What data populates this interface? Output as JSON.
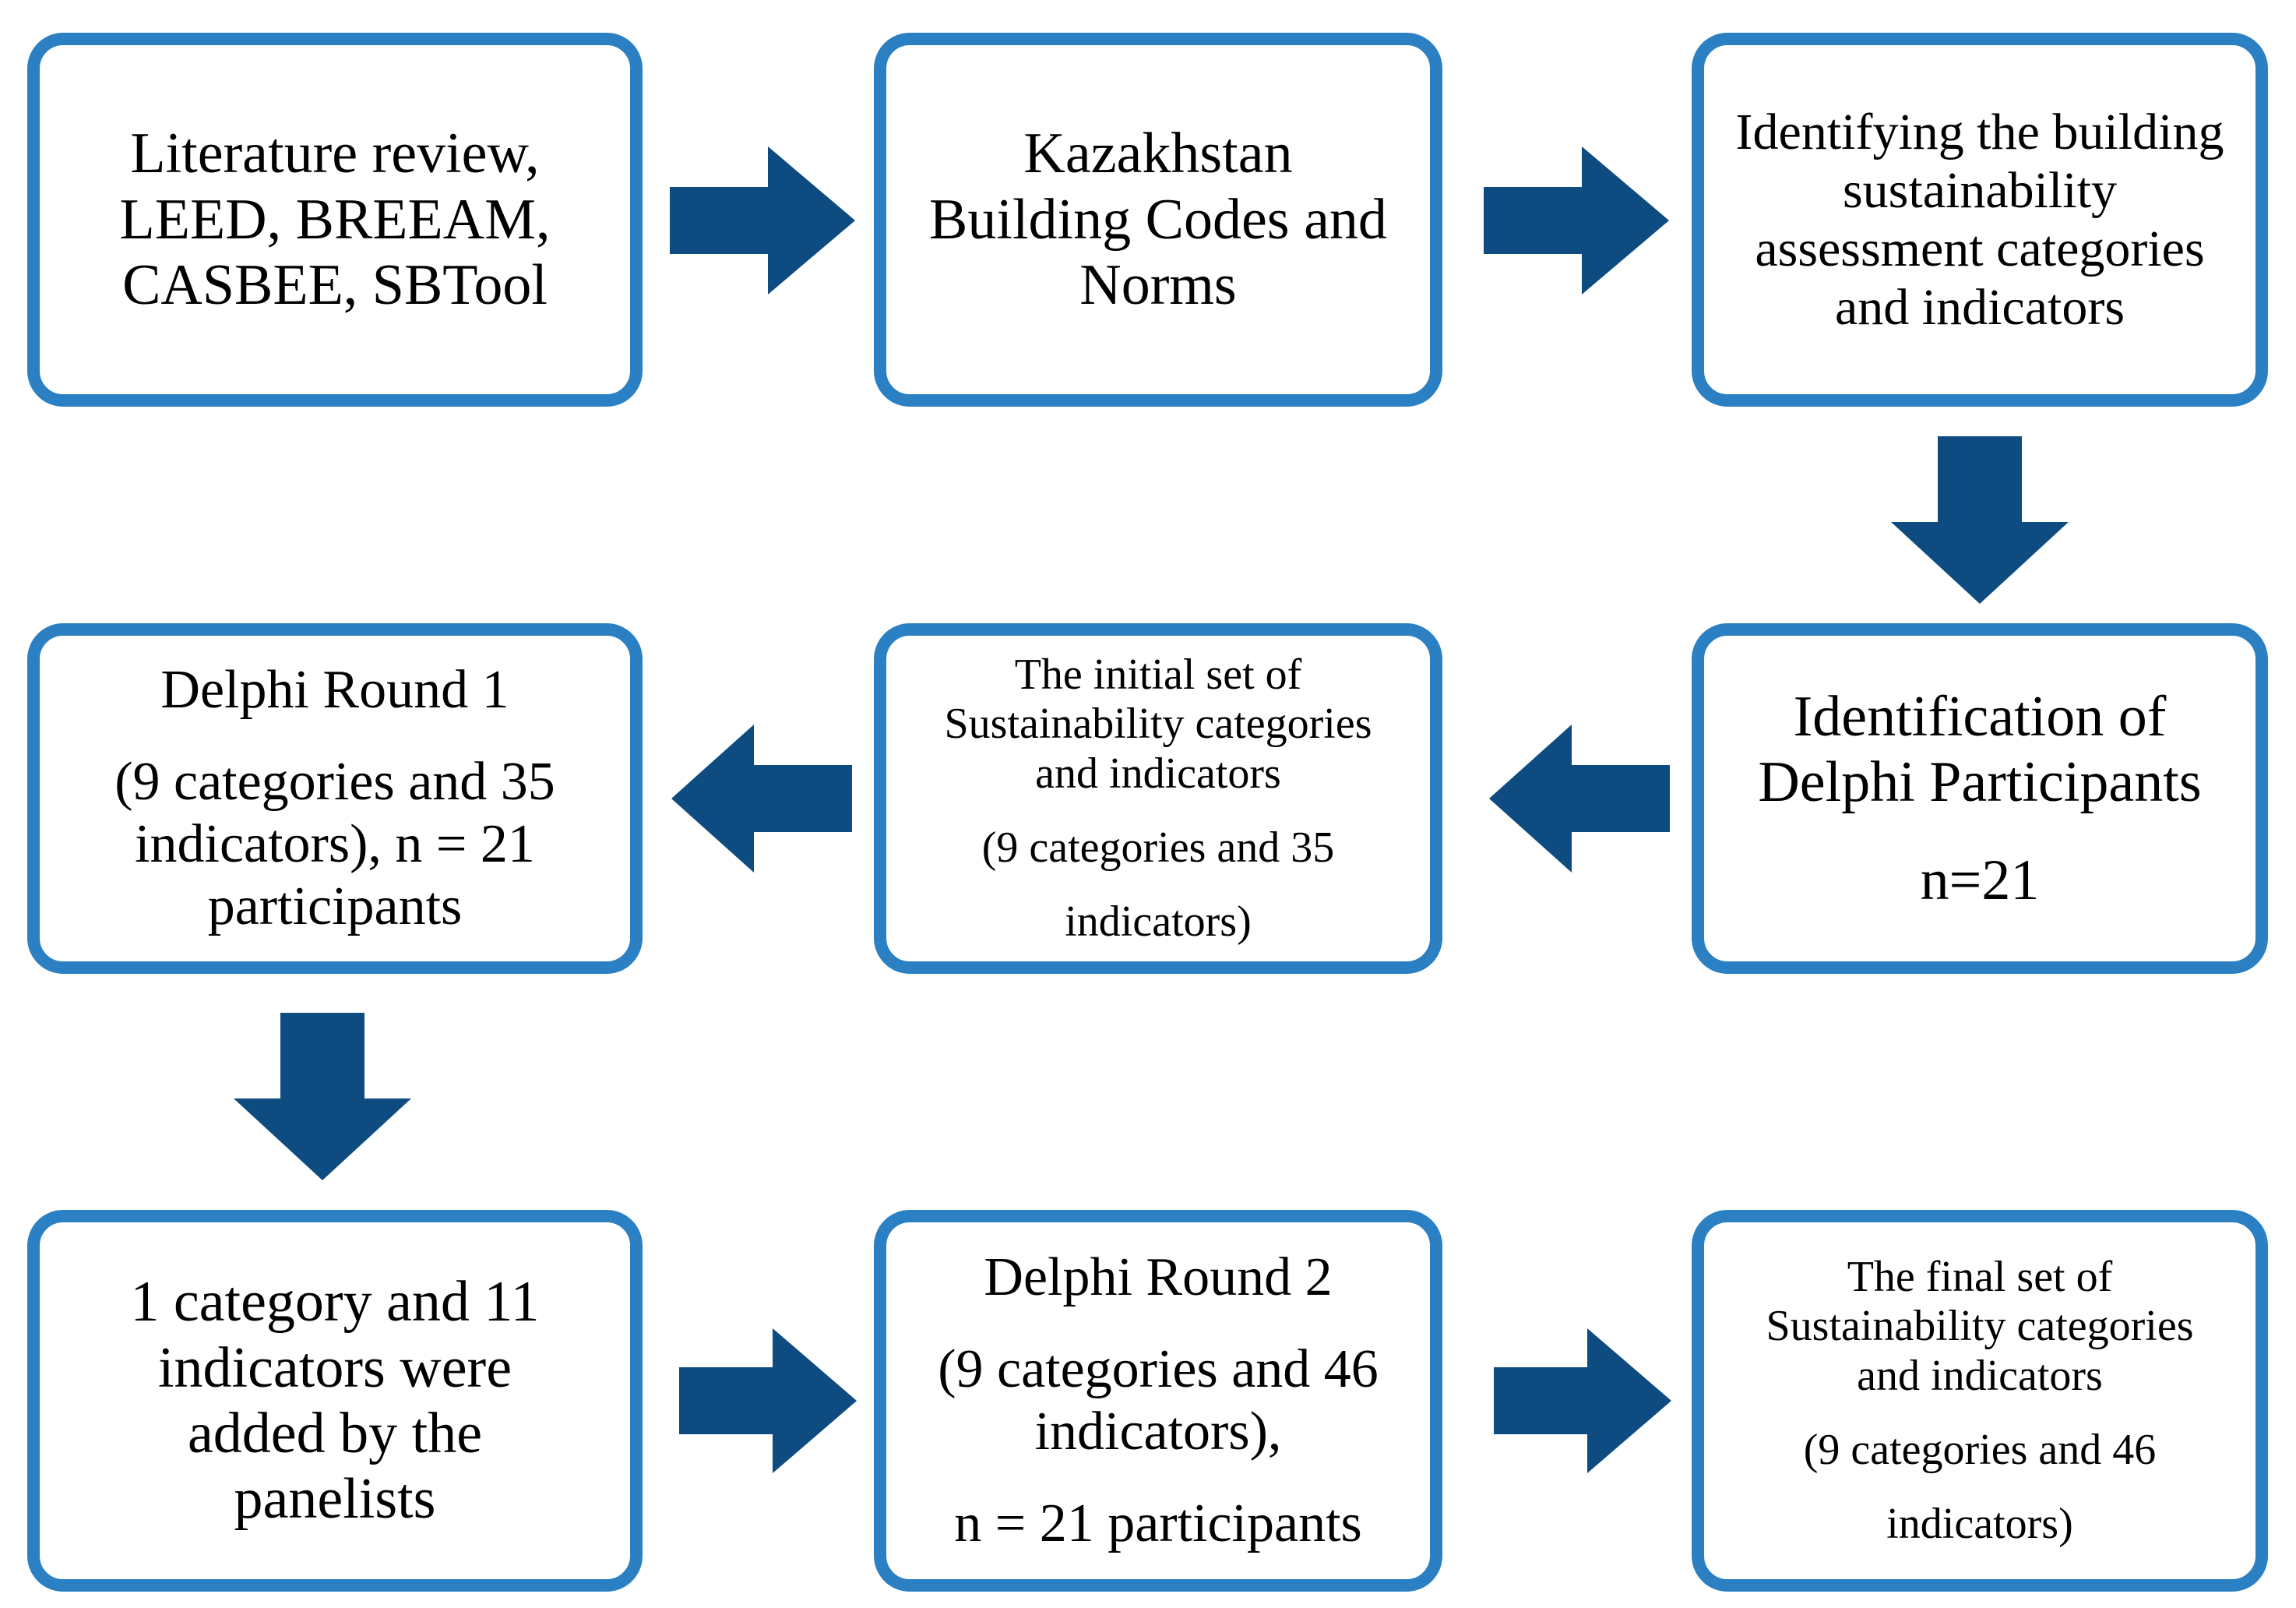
{
  "diagram": {
    "title": "Delphi-based building sustainability assessment framework development flowchart",
    "colors": {
      "box_border": "#2b80c3",
      "box_fill": "#ffffff",
      "arrow": "#0d4b81",
      "text": "#000000"
    },
    "nodes": [
      {
        "id": "literature-review",
        "lines": [
          "Literature review,",
          "LEED, BREEAM,",
          "CASBEE, SBTool"
        ]
      },
      {
        "id": "kazakhstan-building-codes",
        "lines": [
          "Kazakhstan",
          "Building Codes and",
          "Norms"
        ]
      },
      {
        "id": "identifying-categories",
        "lines": [
          "Identifying the building",
          "sustainability",
          "assessment categories",
          "and indicators"
        ]
      },
      {
        "id": "delphi-round-1",
        "lines": [
          "Delphi Round 1",
          "(9 categories and 35",
          "indicators), n = 21",
          "participants"
        ]
      },
      {
        "id": "initial-set",
        "lines": [
          "The initial set of",
          "Sustainability categories",
          "and indicators",
          "(9 categories and 35",
          "indicators)"
        ]
      },
      {
        "id": "identification-participants",
        "lines": [
          "Identification of",
          "Delphi Participants",
          "n=21"
        ]
      },
      {
        "id": "added-by-panelists",
        "lines": [
          "1 category and 11",
          "indicators were",
          "added by the",
          "panelists"
        ]
      },
      {
        "id": "delphi-round-2",
        "lines": [
          "Delphi Round 2",
          "(9 categories and 46",
          "indicators),",
          "n = 21 participants"
        ]
      },
      {
        "id": "final-set",
        "lines": [
          "The final set of",
          "Sustainability categories",
          "and indicators",
          "(9 categories and 46",
          "indicators)"
        ]
      }
    ],
    "arrows": [
      {
        "id": "arrow-lit-to-codes",
        "direction": "right"
      },
      {
        "id": "arrow-codes-to-identify",
        "direction": "right"
      },
      {
        "id": "arrow-identify-to-participants",
        "direction": "down"
      },
      {
        "id": "arrow-participants-to-initial",
        "direction": "left"
      },
      {
        "id": "arrow-initial-to-round1",
        "direction": "left"
      },
      {
        "id": "arrow-round1-to-panelists",
        "direction": "down"
      },
      {
        "id": "arrow-panelists-to-round2",
        "direction": "right"
      },
      {
        "id": "arrow-round2-to-final",
        "direction": "right"
      }
    ]
  }
}
